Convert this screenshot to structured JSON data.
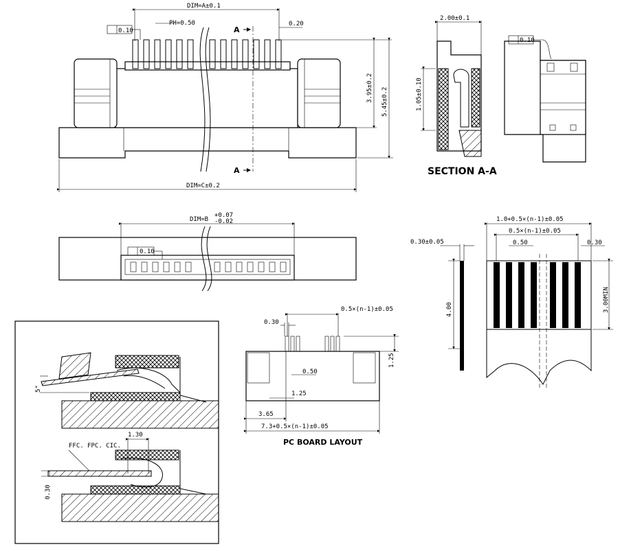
{
  "front_view": {
    "dim_a": "DIM=A±0.1",
    "pitch": "PH=0.50",
    "gap": "0.20",
    "flatness": "0.10",
    "height_a": "3.95±0.2",
    "height_b": "5.45±0.2",
    "dim_c": "DIM=C±0.2",
    "section_mark_top": "A",
    "section_mark_bottom": "A"
  },
  "section_view": {
    "width": "2.00±0.1",
    "height": "1.05±0.10",
    "title": "SECTION A-A"
  },
  "side_view": {
    "parallelism": "0.10"
  },
  "bottom_view": {
    "dim_b": "DIM=B",
    "dim_b_tol_plus": "+0.07",
    "dim_b_tol_minus": "-0.02",
    "flatness": "0.10"
  },
  "fpc_view": {
    "overall": "1.0+0.5×(n-1)±0.05",
    "inner": "0.5×(n-1)±0.05",
    "pitch": "0.50",
    "edge": "0.30",
    "thickness": "0.30±0.05",
    "length": "4.00",
    "min_length": "3.00MIN"
  },
  "pcb_layout": {
    "pad_width": "0.30",
    "span": "0.5×(n-1)±0.05",
    "pitch": "0.50",
    "pad_height": "1.25",
    "pad_offset": "1.25",
    "side_offset": "3.65",
    "overall": "7.3+0.5×(n-1)±0.05",
    "title": "PC BOARD LAYOUT"
  },
  "insertion_detail": {
    "angle": "5°",
    "depth": "1.30",
    "label": "FFC. FPC. CIC.",
    "thickness": "0.30"
  }
}
